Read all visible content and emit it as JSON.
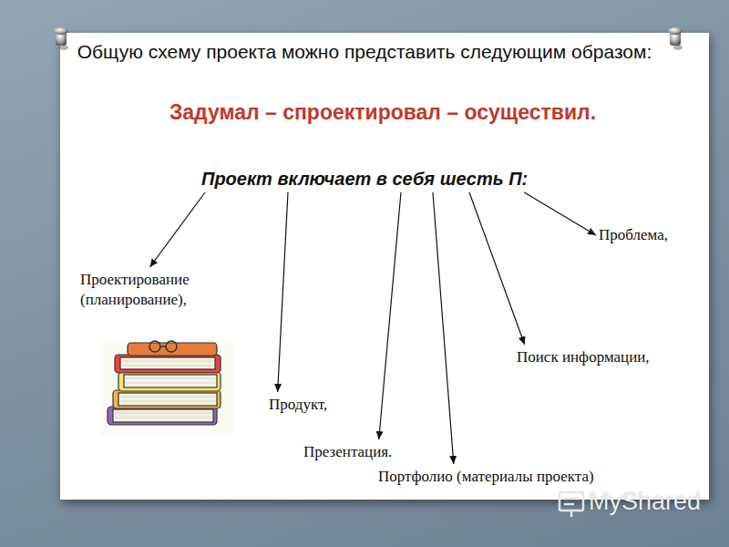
{
  "diagram": {
    "title": "Общую схему проекта можно представить следующим образом:",
    "nodes": [
      {
        "text": [
          "Проект включает в себя шесть П:"
        ]
      },
      {
        "text": [
          "Проблема,"
        ]
      },
      {
        "text": [
          "Проектирование (планирование),"
        ]
      },
      {
        "text": [
          "Поиск информации,"
        ]
      },
      {
        "text": [
          "Продукт,"
        ]
      },
      {
        "text": [
          "Презентация."
        ]
      },
      {
        "text": [
          "Портфолио (материалы проекта)"
        ]
      }
    ],
    "edges": [
      {
        "from": 0,
        "to": 1,
        "arrow": "to"
      },
      {
        "from": 0,
        "to": 2,
        "arrow": "to"
      },
      {
        "from": 0,
        "to": 3,
        "arrow": "to"
      },
      {
        "from": 0,
        "to": 4,
        "arrow": "to"
      },
      {
        "from": 0,
        "to": 5,
        "arrow": "to"
      },
      {
        "from": 0,
        "to": 6,
        "arrow": "to"
      }
    ],
    "labels": [
      "Задумал – спроектировал – осуществил.",
      "MyShared"
    ]
  }
}
